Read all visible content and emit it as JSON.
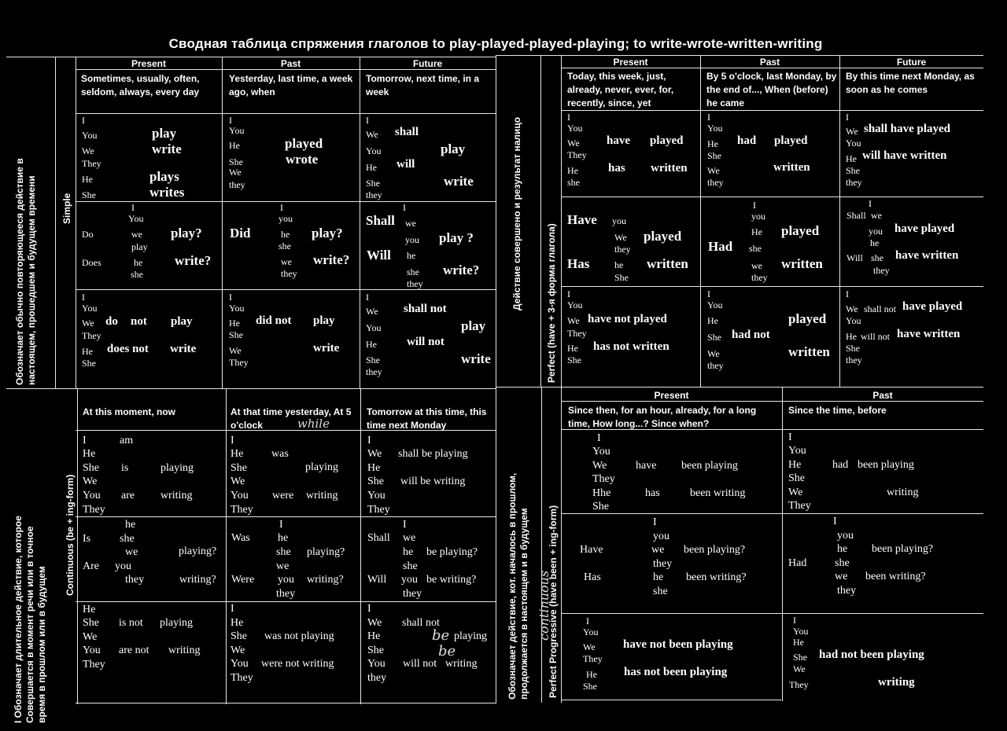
{
  "title": "Сводная таблица спряжения глаголов to play-played-played-playing; to write-wrote-written-writing",
  "side": {
    "simple_desc": [
      "Обозначает обычно повторяющееся действие в",
      "настоящем, прошедшем и будущем времени"
    ],
    "simple_label": "Simple",
    "perfect_desc": [
      "Действие совершено и результат налицо"
    ],
    "perfect_label": "Perfect (have + 3-я форма глагола)",
    "cont_desc": [
      "I Обозначает длительное действие, которое",
      "Совершается в момент речи или в точное",
      "время в прошлом или в будущем"
    ],
    "cont_label": "Continuous (be + ing-form)",
    "pp_desc": [
      "Обозначает действие, кот. началось в прошлом,",
      "продолжается в настоящем и в будущем"
    ],
    "pp_label": "Perfect Progressive (have been + ing-form)"
  },
  "headers": {
    "present": "Present",
    "past": "Past",
    "future": "Future",
    "pp_present": "Present",
    "pp_past": "Past"
  },
  "hints": {
    "simple_present": "Sometimes, usually, often, seldom, always, every day",
    "simple_past": "Yesterday, last time, a week ago, when",
    "simple_future": "Tomorrow, next time, in a week",
    "perfect_present": "Today, this week, just, already, never, ever, for, recently, since, yet",
    "perfect_past": "By 5 o'clock, last Monday, by the end of..., When (before) he came",
    "perfect_future": "By this time next Monday, as soon as he comes",
    "cont_present": "At this moment, now",
    "cont_past": "At that time yesterday, At 5 o'clock",
    "cont_future": "Tomorrow at this time, this time next Monday",
    "pp_present": "Since then, for an hour, already, for a long time, How long...? Since when?",
    "pp_past": "Since the time, before"
  },
  "handwriting": {
    "while": "while",
    "continuous": "continuous",
    "be1": "be",
    "be2": "be"
  },
  "simple": {
    "present_aff": {
      "pron_we": [
        "I",
        "You",
        "We",
        "They"
      ],
      "pron_he": [
        "He",
        "She"
      ],
      "v1": "play",
      "v2": "write",
      "v3": "plays",
      "v4": "writes"
    },
    "past_aff": {
      "pron": [
        "I",
        "You",
        "He",
        "She",
        "We",
        "they"
      ],
      "v1": "played",
      "v2": "wrote"
    },
    "future_aff": {
      "pron": [
        "I",
        "We",
        "You",
        "He",
        "She",
        "they"
      ],
      "shall": "shall",
      "will": "will",
      "v1": "play",
      "v2": "write"
    },
    "present_q": {
      "aux1": "Do",
      "aux2": "Does",
      "pron1": [
        "I",
        "You",
        "we",
        "play"
      ],
      "pron2": [
        "he",
        "she"
      ],
      "v1": "play?",
      "v2": "write?"
    },
    "past_q": {
      "aux": "Did",
      "pron": [
        "I",
        "you",
        "he",
        "she",
        "we",
        "they"
      ],
      "v1": "play?",
      "v2": "write?"
    },
    "future_q": {
      "aux1": "Shall",
      "aux2": "Will",
      "pron": [
        "I",
        "we",
        "you",
        "he",
        "she",
        "they"
      ],
      "v1": "play ?",
      "v2": "write?"
    },
    "present_neg": {
      "pron1": [
        "I",
        "You",
        "We",
        "They"
      ],
      "pron2": [
        "He",
        "She"
      ],
      "n1": "do",
      "n2": "not",
      "n3": "does not",
      "v1": "play",
      "v2": "write"
    },
    "past_neg": {
      "pron": [
        "I",
        "You",
        "He",
        "She",
        "We",
        "They"
      ],
      "n": "did not",
      "v1": "play",
      "v2": "write"
    },
    "future_neg": {
      "pron": [
        "I",
        "We",
        "You",
        "He",
        "She",
        "they"
      ],
      "n1": "shall not",
      "n2": "will not",
      "v1": "play",
      "v2": "write"
    }
  },
  "perfect": {
    "present_aff": {
      "pron1": [
        "I",
        "You",
        "We",
        "They"
      ],
      "pron2": [
        "He",
        "she"
      ],
      "a1": "have",
      "a2": "has",
      "v1": "played",
      "v2": "written"
    },
    "past_aff": {
      "pron": [
        "I",
        "You",
        "He",
        "She",
        "We",
        "they"
      ],
      "a": "had",
      "v1": "played",
      "v2": "written"
    },
    "future_aff": {
      "pron": [
        "I",
        "We",
        "You",
        "He",
        "She",
        "they"
      ],
      "l1a": "shall have played",
      "l2a": "will have written"
    },
    "present_q": {
      "aux1": "Have",
      "aux2": "Has",
      "pron1": [
        "you",
        "We",
        "they"
      ],
      "pron2": [
        "he",
        "She"
      ],
      "v1": "played",
      "v2": "written"
    },
    "past_q": {
      "aux": "Had",
      "pron": [
        "I",
        "you",
        "He",
        "she",
        "we",
        "they"
      ],
      "v1": "played",
      "v2": "written"
    },
    "future_q": {
      "aux1": "Shall",
      "aux2": "Will",
      "pron": [
        "I",
        "we",
        "you",
        "he",
        "she",
        "they"
      ],
      "v1": "have played",
      "v2": "have written"
    },
    "present_neg": {
      "pron1": [
        "I",
        "You",
        "We",
        "They"
      ],
      "pron2": [
        "He",
        "She"
      ],
      "v1": "have not played",
      "v2": "has not written"
    },
    "past_neg": {
      "pron": [
        "I",
        "You",
        "He",
        "She",
        "We",
        "they"
      ],
      "n": "had not",
      "v1": "played",
      "v2": "written"
    },
    "future_neg": {
      "pron": [
        "I",
        "We",
        "You",
        "He",
        "She",
        "they"
      ],
      "s1": "shall not",
      "v1": "have played",
      "s2": "will not",
      "v2": "have written"
    }
  },
  "cont": {
    "present_aff": {
      "pron": [
        "I",
        "He",
        "She",
        "We",
        "You",
        "They"
      ],
      "am": "am",
      "is": "is",
      "are": "are",
      "v1": "playing",
      "v2": "writing"
    },
    "past_aff": {
      "pron": [
        "I",
        "He",
        "She",
        "We",
        "You",
        "They"
      ],
      "was": "was",
      "were": "were",
      "v1": "playing",
      "v2": "writing"
    },
    "future_aff": {
      "pron": [
        "I",
        "We",
        "He",
        "She",
        "You",
        "They"
      ],
      "l1": "shall be playing",
      "l2": "will be writing"
    },
    "present_q": {
      "aux1": "Is",
      "aux2": "Are",
      "pron": [
        "he",
        "she",
        "we",
        "you",
        "they"
      ],
      "v1": "playing?",
      "v2": "writing?"
    },
    "past_q": {
      "aux1": "Was",
      "aux2": "Were",
      "pron": [
        "I",
        "he",
        "she",
        "we",
        "you",
        "they"
      ],
      "v1": "playing?",
      "v2": "writing?"
    },
    "future_q": {
      "aux1": "Shall",
      "aux2": "Will",
      "pron": [
        "I",
        "we",
        "he",
        "she",
        "you",
        "they"
      ],
      "v1": "be playing?",
      "v2": "be writing?"
    },
    "present_neg": {
      "pron": [
        "He",
        "She",
        "We",
        "You",
        "They"
      ],
      "n1": "is not",
      "n2": "are not",
      "v1": "playing",
      "v2": "writing"
    },
    "past_neg": {
      "pron": [
        "I",
        "He",
        "She",
        "We",
        "You",
        "They"
      ],
      "v1": "was not playing",
      "v2": "were not writing"
    },
    "future_neg": {
      "pron": [
        "I",
        "We",
        "He",
        "She",
        "You",
        "they"
      ],
      "n1": "shall not",
      "v1": "playing",
      "n2": "will not",
      "v2": "writing"
    }
  },
  "pp": {
    "present_aff": {
      "pron1": [
        "I",
        "You",
        "We",
        "They",
        "Hhe",
        "She"
      ],
      "a1": "have",
      "a2": "has",
      "v1": "been playing",
      "v2": "been writing"
    },
    "past_aff": {
      "pron": [
        "I",
        "You",
        "He",
        "She",
        "We",
        "They"
      ],
      "a": "had",
      "v1": "been playing",
      "v2": "writing"
    },
    "present_q": {
      "aux1": "Have",
      "aux2": "Has",
      "pron": [
        "I",
        "you",
        "we",
        "they",
        "he",
        "she"
      ],
      "v1": "been playing?",
      "v2": "been writing?"
    },
    "past_q": {
      "aux": "Had",
      "pron": [
        "I",
        "you",
        "he",
        "she",
        "we",
        "they"
      ],
      "v1": "been playing?",
      "v2": "been writing?"
    },
    "present_neg": {
      "pron": [
        "I",
        "You",
        "We",
        "They",
        "He",
        "She"
      ],
      "v1": "have not been playing",
      "v2": "has not been playing"
    },
    "past_neg": {
      "pron": [
        "I",
        "You",
        "He",
        "She",
        "We",
        "They"
      ],
      "v1": "had not been playing",
      "v2": "writing"
    }
  }
}
